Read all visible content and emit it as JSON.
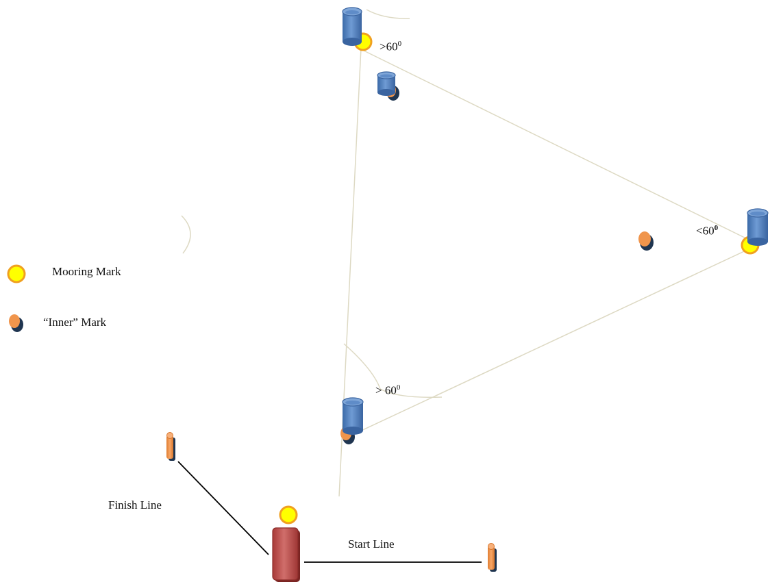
{
  "legend": {
    "mooring_mark": "Mooring Mark",
    "inner_mark": "“Inner” Mark"
  },
  "angles": {
    "top": {
      "text": ">60",
      "sup": "0"
    },
    "right": {
      "text": "<60",
      "sup": "0"
    },
    "bottom": {
      "text": "> 60",
      "sup": "0"
    }
  },
  "lines": {
    "finish": "Finish Line",
    "start": "Start Line"
  },
  "colors": {
    "mooring_fill": "#ffff00",
    "mooring_ring": "#f0a020",
    "inner_fill": "#f0954c",
    "inner_shadow": "#1f3550",
    "buoy_blue": "#4f81bd",
    "committee_red": "#c0504d",
    "course_line": "#ddd9c3"
  }
}
